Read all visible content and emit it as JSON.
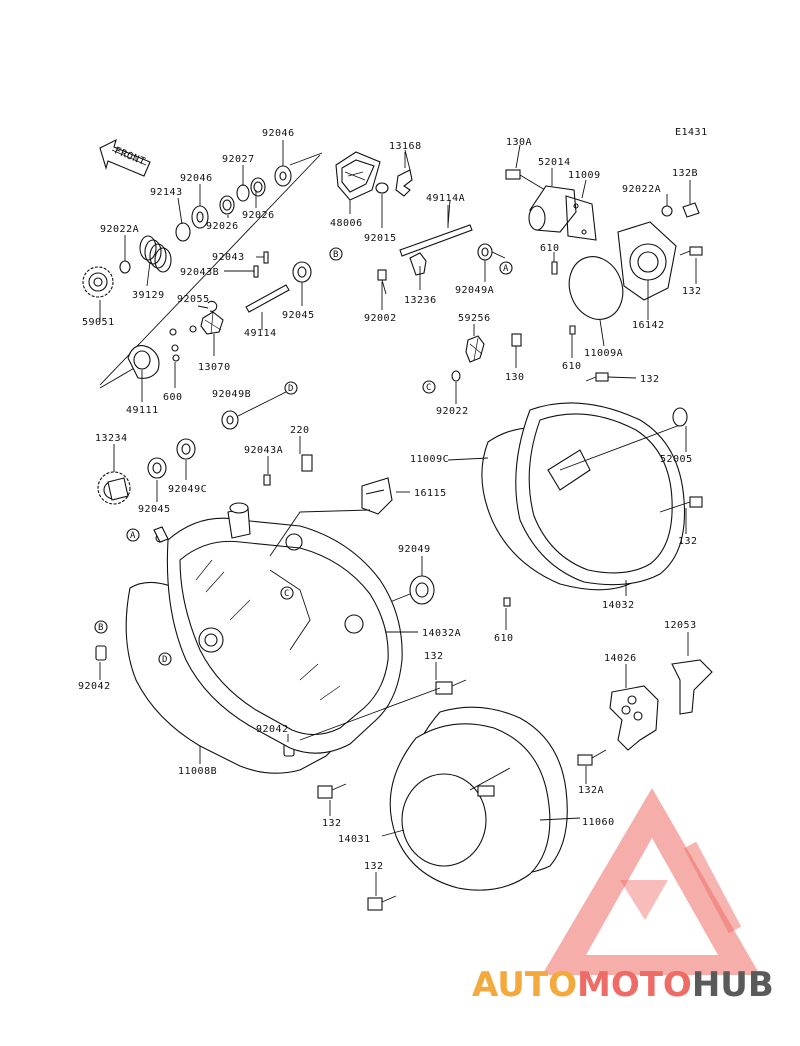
{
  "diagram": {
    "code": "E1431",
    "front_label": "FRONT",
    "watermark": {
      "brand": "AUTOMOTOHUB",
      "colors": {
        "triangle": "#ef6b66",
        "auto": "#f3a93c",
        "moto": "#ef6b66",
        "hub": "#5a5a5a"
      }
    },
    "callouts": [
      "A",
      "B",
      "C",
      "D"
    ],
    "part_labels": {
      "p92046_top": "92046",
      "p92027": "92027",
      "p92046_mid": "92046",
      "p92143": "92143",
      "p92022A_l": "92022A",
      "p92026a": "92026",
      "p92026b": "92026",
      "p92043": "92043",
      "p92043B": "92043B",
      "p39129": "39129",
      "p59051": "59051",
      "p92055": "92055",
      "p13070": "13070",
      "p49114": "49114",
      "p92045_a": "92045",
      "p49111": "49111",
      "p600": "600",
      "p48006": "48006",
      "p13168": "13168",
      "p92015": "92015",
      "p49114A": "49114A",
      "p13236": "13236",
      "p92049A": "92049A",
      "p92002": "92002",
      "p130A": "130A",
      "p52014": "52014",
      "p11009": "11009",
      "p92022A_r": "92022A",
      "p132B": "132B",
      "p610_a": "610",
      "p132_a": "132",
      "p16142": "16142",
      "p610_b": "610",
      "p11009A": "11009A",
      "p59256": "59256",
      "p130": "130",
      "p92022": "92022",
      "p132_b": "132",
      "p92049B": "92049B",
      "p13234": "13234",
      "p220": "220",
      "p92043A": "92043A",
      "p92049C": "92049C",
      "p92045_b": "92045",
      "p11009C": "11009C",
      "p52005": "52005",
      "p16115": "16115",
      "p132_c": "132",
      "p92049": "92049",
      "p14032": "14032",
      "p14032A": "14032A",
      "p610_c": "610",
      "p12053": "12053",
      "p92042_a": "92042",
      "p132_d": "132",
      "p14026": "14026",
      "p92042_b": "92042",
      "p11008B": "11008B",
      "p132A": "132A",
      "p132_e": "132",
      "p11060": "11060",
      "p14031": "14031",
      "p132_f": "132"
    }
  }
}
